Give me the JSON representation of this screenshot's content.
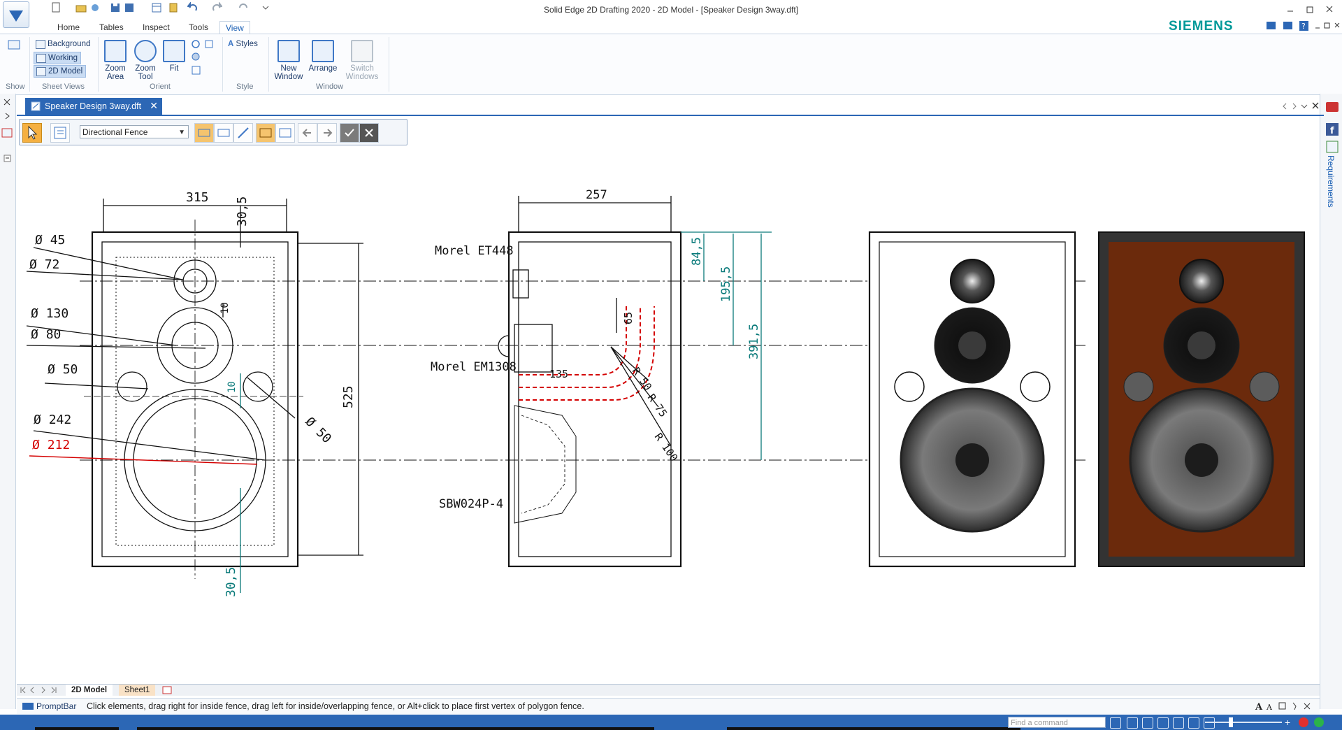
{
  "window": {
    "title": "Solid Edge 2D Drafting 2020 - 2D Model - [Speaker Design 3way.dft]",
    "brand": "SIEMENS",
    "brand_color": "#009999",
    "accent_color": "#2c67b5"
  },
  "ribbon": {
    "tabs": [
      {
        "label": "Home"
      },
      {
        "label": "Tables"
      },
      {
        "label": "Inspect"
      },
      {
        "label": "Tools"
      },
      {
        "label": "View",
        "active": true
      }
    ],
    "groups": {
      "show": {
        "label": "Show"
      },
      "sheet_views": {
        "label": "Sheet Views",
        "items": [
          "Background",
          "Working",
          "2D Model"
        ]
      },
      "orient": {
        "label": "Orient",
        "zoom_area": "Zoom\nArea",
        "zoom_tool": "Zoom\nTool",
        "fit": "Fit"
      },
      "style": {
        "label": "Style",
        "styles": "Styles"
      },
      "window": {
        "label": "Window",
        "new_window": "New\nWindow",
        "arrange": "Arrange",
        "switch_windows": "Switch\nWindows"
      }
    }
  },
  "document": {
    "tab_label": "Speaker Design 3way.dft"
  },
  "command_bar": {
    "selection_mode": "Directional Fence"
  },
  "drawing": {
    "front_view": {
      "dims": {
        "width": "315",
        "top_offset": "30,5",
        "height": "525",
        "bottom_offset": "30,5",
        "gap1": "10",
        "gap2": "10"
      },
      "diameters": [
        "45",
        "72",
        "130",
        "80",
        "50",
        "242",
        "212",
        "50"
      ]
    },
    "side_view": {
      "dims": {
        "depth": "257",
        "d1": "84,5",
        "d2": "195,5",
        "d3": "391,5",
        "d4": "65",
        "d5": "135",
        "r1": "R 50",
        "r2": "R 75",
        "r3": "R 100"
      },
      "labels": [
        "Morel ET448",
        "Morel EM1308",
        "SBW024P-4"
      ]
    },
    "render_colors": {
      "cabinet_wood": "#6b2a0c",
      "driver_dark": "#1a1a1a",
      "driver_grey": "#5c5c5c"
    }
  },
  "sheets": {
    "tabs": [
      "2D Model",
      "Sheet1"
    ]
  },
  "prompt": {
    "label": "PromptBar",
    "text": "Click elements, drag right for inside fence, drag left for inside/overlapping fence, or Alt+click to place first vertex of polygon fence."
  },
  "status": {
    "find_placeholder": "Find a command"
  },
  "right_panel": {
    "requirements_label": "Requirements"
  }
}
